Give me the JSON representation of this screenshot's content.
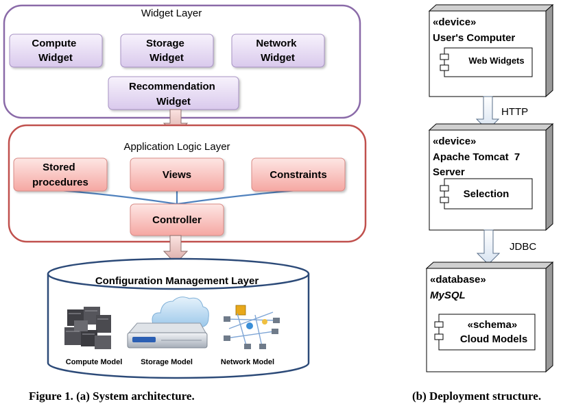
{
  "architecture": {
    "widget_layer": {
      "title": "Widget Layer",
      "widgets": [
        [
          "Compute",
          "Widget"
        ],
        [
          "Storage",
          "Widget"
        ],
        [
          "Network",
          "Widget"
        ],
        [
          "Recommendation",
          "Widget"
        ]
      ]
    },
    "logic_layer": {
      "title": "Application Logic Layer",
      "components": [
        [
          "Stored",
          "procedures"
        ],
        [
          "Views"
        ],
        [
          "Constraints"
        ],
        [
          "Controller"
        ]
      ]
    },
    "config_layer": {
      "title": "Configuration  Management Layer",
      "models": [
        "Compute Model",
        "Storage Model",
        "Network Model"
      ]
    },
    "caption": "Figure 1. (a) System architecture."
  },
  "deployment": {
    "nodes": [
      {
        "stereotype": "«device»",
        "name_lines": [
          "User's Computer"
        ],
        "component": [
          "Web Widgets"
        ]
      },
      {
        "stereotype": "«device»",
        "name_lines": [
          "Apache Tomcat  7",
          "Server"
        ],
        "component": [
          "Selection"
        ]
      },
      {
        "stereotype": "«database»",
        "name_lines": [
          "MySQL"
        ],
        "component": [
          "«schema»",
          "Cloud Models"
        ]
      }
    ],
    "connections": [
      "HTTP",
      "JDBC"
    ],
    "caption": "(b) Deployment structure."
  },
  "colors": {
    "widget_border": "#8a6aa8",
    "widget_fill": "#e2d6ef",
    "logic_border": "#c0504d",
    "logic_fill": "#f9c3c0",
    "config_border": "#2c4a78",
    "connector": "#4f81bd"
  }
}
